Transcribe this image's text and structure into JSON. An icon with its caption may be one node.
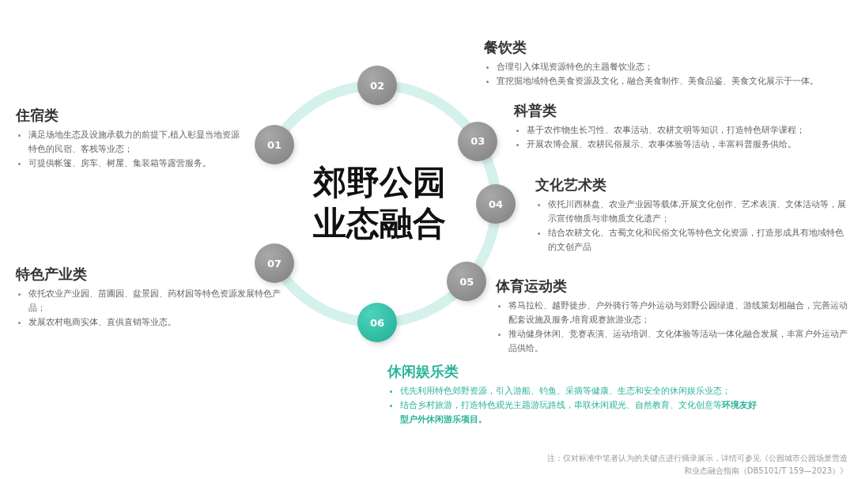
{
  "diagram": {
    "title": "郊野公园业态融合",
    "nodes": [
      {
        "text": [
          "01"
        ],
        "beside": [
          "住宿类",
          "满足场地生态及设施承载力的前提下,植入彰显当地资源特色的民宿、客栈等业态；",
          "可提供帐篷、房车、树屋、集装箱等露营服务。"
        ]
      },
      {
        "text": [
          "02"
        ],
        "beside": [
          "餐饮类",
          "合理引入体现资源特色的主题餐饮业态；",
          "宜挖掘地域特色美食资源及文化，融合美食制作、美食品鉴、美食文化展示于一体。"
        ]
      },
      {
        "text": [
          "03"
        ],
        "beside": [
          "科普类",
          "基于农作物生长习性、农事活动、农耕文明等知识，打造特色研学课程；",
          "开展农博会展、农耕民俗展示、农事体验等活动，丰富科普服务供给。"
        ]
      },
      {
        "text": [
          "04"
        ],
        "beside": [
          "文化艺术类",
          "依托川西林盘、农业产业园等载体,开展文化创作、艺术表演、文体活动等，展示宣传物质与非物质文化遗产；",
          "结合农耕文化、古蜀文化和民俗文化等特色文化资源，打造形成具有地域特色的文创产品"
        ]
      },
      {
        "text": [
          "05"
        ],
        "beside": [
          "体育运动类",
          "将马拉松、越野徒步、户外骑行等户外运动与郊野公园绿道、游线策划相融合，完善运动配套设施及服务,培育观赛旅游业态；",
          "推动健身休闲、竞赛表演、运动培训、文化体验等活动一体化融合发展，丰富户外运动产品供给。"
        ]
      },
      {
        "text": [
          "06"
        ],
        "beside": [
          "休闲娱乐类",
          "优先利用特色郊野资源，引入游船、钓鱼、采摘等健康、生态和安全的休闲娱乐业态；",
          "结合乡村旅游，打造特色观光主题游玩路线，串联休闲观光、自然教育、文化创意等**环境友好型户外休闲游乐项目。**"
        ]
      },
      {
        "text": [
          "07"
        ],
        "beside": [
          "特色产业类",
          "依托农业产业园、苗圃园、盆景园、药材园等特色资源发展特色产品；",
          "发展农村电商实体、直供直销等业态。"
        ]
      }
    ],
    "labels": [
      "注：仅对标准中笔者认为的关键点进行摘录展示，详情可参见《公园城市公园场景营造和业态融合指南（DB5101/T 159—2023）》"
    ]
  }
}
